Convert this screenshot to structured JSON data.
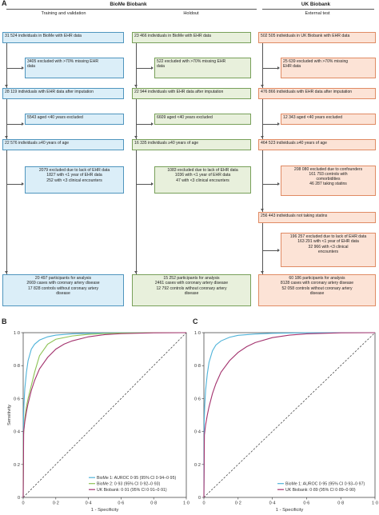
{
  "panel_a": {
    "letter": "A",
    "biome_title": "BioMe Biobank",
    "ukb_title": "UK Biobank",
    "columns": {
      "training": {
        "title": "Training and validation",
        "color": "#4f95be",
        "boxes": [
          {
            "lines": [
              "31 524 individuals in BioMe with EHR data"
            ]
          },
          {
            "lines": [
              "3405 excluded with >70% missing EHR",
              "data"
            ]
          },
          {
            "lines": [
              "28 119 individuals with EHR data after imputation"
            ]
          },
          {
            "lines": [
              "5543 aged <40 years excluded"
            ]
          },
          {
            "lines": [
              "22 576 individuals ≥40 years of age"
            ]
          },
          {
            "lines": [
              "2079 excluded due to lack of EHR data",
              "1827 with <1 year of EHR data",
              "252 with <3 clinical encounters"
            ]
          },
          {
            "lines": [
              "20 497 participants for analysis",
              "2669 cases with coronary artery disease",
              "17 828 controls without coronary artery",
              "disease"
            ]
          }
        ]
      },
      "holdout": {
        "title": "Holdout",
        "color": "#78a05a",
        "boxes": [
          {
            "lines": [
              "23 466 individuals in BioMe with EHR data"
            ]
          },
          {
            "lines": [
              "522 excluded with >70% missing EHR",
              "data"
            ]
          },
          {
            "lines": [
              "22 944 individuals with EHR data after imputation"
            ]
          },
          {
            "lines": [
              "6609 aged <40 years excluded"
            ]
          },
          {
            "lines": [
              "16 335 individuals ≥40 years of age"
            ]
          },
          {
            "lines": [
              "1083 excluded due to lack of EHR data",
              "1036 with <1 year of EHR data",
              "47 with <3 clinical encounters"
            ]
          },
          {
            "lines": [
              "15 252 participants for analysis",
              "2461 cases with coronary artery disease",
              "12 792 controls without coronary artery",
              "disease"
            ]
          }
        ]
      },
      "external": {
        "title": "External test",
        "color": "#e08b64",
        "boxes": [
          {
            "lines": [
              "502 505 individuals in UK Biobank with EHR data"
            ]
          },
          {
            "lines": [
              "25 639 excluded with >70% missing",
              "EHR data"
            ]
          },
          {
            "lines": [
              "476 866 individuals with EHR data after imputation"
            ]
          },
          {
            "lines": [
              "12 343 aged <40 years excluded"
            ]
          },
          {
            "lines": [
              "464 523 individuals ≥40 years of age"
            ]
          },
          {
            "lines": [
              "208 080 excluded due to confounders",
              "161 793 controls with",
              "comorbidities",
              "46 287 taking statins"
            ]
          },
          {
            "lines": [
              "256 443 individuals not taking statins"
            ]
          },
          {
            "lines": [
              "196 257 excluded due to lack of EHR data",
              "163 291 with <1 year of EHR data",
              "32 966 with <3 clinical",
              "encounters"
            ]
          },
          {
            "lines": [
              "60 186 participants for analysis",
              "8128 cases with coronary artery disease",
              "52 058 controls without coronary artery",
              "disease"
            ]
          }
        ]
      }
    }
  },
  "panels": [
    {
      "letter": "B",
      "chart_data": {
        "type": "line",
        "xlabel": "1 - Specificity",
        "ylabel": "Sensitivity",
        "xlim": [
          0,
          1
        ],
        "ylim": [
          0,
          1
        ],
        "xticks": [
          "0",
          "0·2",
          "0·4",
          "0·6",
          "0·8",
          "1·0"
        ],
        "yticks": [
          "0",
          "0·2",
          "0·4",
          "0·6",
          "0·8",
          "1·0"
        ],
        "grid": false,
        "legend_position": "bottom-right",
        "series": [
          {
            "name": "BioMe 1: AUROC 0·95 (95% CI 0·94–0·95)",
            "color": "#4fb3d9",
            "x": [
              0,
              0.002,
              0.005,
              0.01,
              0.02,
              0.03,
              0.05,
              0.07,
              0.1,
              0.15,
              0.2,
              0.3,
              0.4,
              0.5,
              0.6,
              0.8,
              1.0
            ],
            "y": [
              0,
              0.48,
              0.57,
              0.66,
              0.76,
              0.83,
              0.9,
              0.93,
              0.955,
              0.975,
              0.985,
              0.993,
              0.996,
              0.998,
              0.999,
              1.0,
              1.0
            ]
          },
          {
            "name": "BioMe 2: 0·93 (95% CI 0·92–0·93)",
            "color": "#8dc255",
            "x": [
              0,
              0.002,
              0.01,
              0.02,
              0.03,
              0.05,
              0.07,
              0.1,
              0.15,
              0.2,
              0.3,
              0.4,
              0.5,
              0.6,
              0.8,
              1.0
            ],
            "y": [
              0,
              0.38,
              0.48,
              0.55,
              0.6,
              0.68,
              0.76,
              0.86,
              0.93,
              0.96,
              0.98,
              0.99,
              0.995,
              0.998,
              1.0,
              1.0
            ]
          },
          {
            "name": "UK Biobank: 0·91 (95% CI 0·91–0·91)",
            "color": "#a3336e",
            "x": [
              0,
              0.003,
              0.01,
              0.02,
              0.03,
              0.05,
              0.07,
              0.1,
              0.15,
              0.2,
              0.25,
              0.3,
              0.4,
              0.5,
              0.6,
              0.8,
              1.0
            ],
            "y": [
              0,
              0.4,
              0.46,
              0.52,
              0.57,
              0.65,
              0.71,
              0.78,
              0.85,
              0.9,
              0.93,
              0.95,
              0.975,
              0.988,
              0.994,
              0.999,
              1.0
            ]
          }
        ],
        "reference_line": {
          "x": [
            0,
            1
          ],
          "y": [
            0,
            1
          ],
          "color": "#333333",
          "style": "dashed"
        }
      }
    },
    {
      "letter": "C",
      "chart_data": {
        "type": "line",
        "xlabel": "1 - Specificity",
        "ylabel": "",
        "xlim": [
          0,
          1
        ],
        "ylim": [
          0,
          1
        ],
        "xticks": [
          "0",
          "0·2",
          "0·4",
          "0·6",
          "0·8",
          "1·0"
        ],
        "yticks": [
          "0",
          "0·2",
          "0·4",
          "0·6",
          "0·8",
          "1·0"
        ],
        "grid": false,
        "legend_position": "bottom-right",
        "series": [
          {
            "name": "BioMe 1: AUROC 0·95 (95% CI 0·93–0·97)",
            "color": "#4fb3d9",
            "x": [
              0,
              0.002,
              0.005,
              0.01,
              0.02,
              0.03,
              0.05,
              0.07,
              0.1,
              0.15,
              0.2,
              0.3,
              0.4,
              0.5,
              0.6,
              0.8,
              1.0
            ],
            "y": [
              0,
              0.47,
              0.56,
              0.65,
              0.75,
              0.82,
              0.89,
              0.925,
              0.95,
              0.972,
              0.984,
              0.992,
              0.996,
              0.998,
              0.999,
              1.0,
              1.0
            ]
          },
          {
            "name": "UK Biobank: 0·89 (95% CI 0·89–0·90)",
            "color": "#a3336e",
            "x": [
              0,
              0.003,
              0.01,
              0.02,
              0.03,
              0.05,
              0.07,
              0.1,
              0.15,
              0.2,
              0.25,
              0.3,
              0.4,
              0.5,
              0.6,
              0.8,
              1.0
            ],
            "y": [
              0,
              0.38,
              0.44,
              0.5,
              0.55,
              0.63,
              0.69,
              0.76,
              0.83,
              0.88,
              0.915,
              0.94,
              0.97,
              0.985,
              0.993,
              0.999,
              1.0
            ]
          }
        ],
        "reference_line": {
          "x": [
            0,
            1
          ],
          "y": [
            0,
            1
          ],
          "color": "#333333",
          "style": "dashed"
        }
      }
    }
  ]
}
